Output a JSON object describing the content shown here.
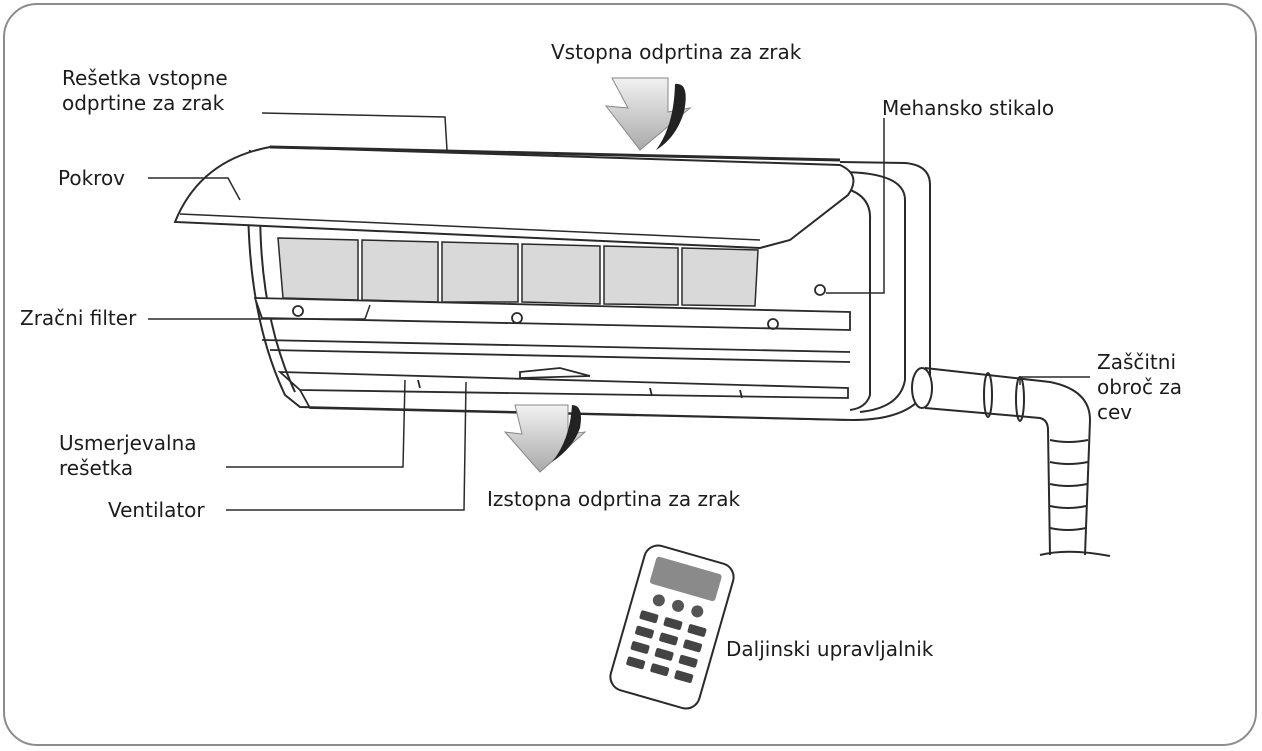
{
  "labels": {
    "air_intake": "Vstopna odprtina za zrak",
    "intake_grille": "Rešetka vstopne\nodprtine za zrak",
    "cover": "Pokrov",
    "mechanical_switch": "Mehansko stikalo",
    "air_filter": "Zračni filter",
    "pipe_ring": "Zaščitni\nobroč za\ncev",
    "louver": "Usmerjevalna\nrešetka",
    "fan": "Ventilator",
    "air_outlet": "Izstopna odprtina za zrak",
    "remote": "Daljinski upravljalnik"
  },
  "colors": {
    "line": "#2a2a2a",
    "arrow_dark": "#222222",
    "arrow_gray": "#bdbdbd",
    "filter_fill": "#d9d9d9",
    "frame": "#8c8c8c"
  }
}
